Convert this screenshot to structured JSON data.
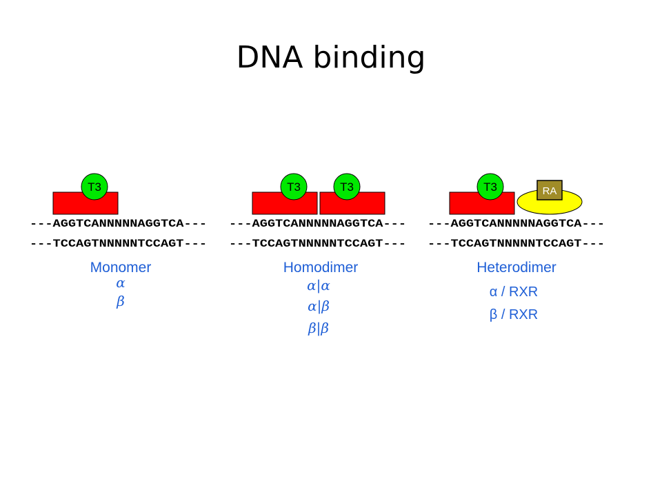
{
  "slide": {
    "title": "DNA binding"
  },
  "colors": {
    "receptor": "#ff0000",
    "hormone": "#00e800",
    "rxr": "#ffff00",
    "ra_box": "#a08c28",
    "caption": "#1f5fd6"
  },
  "panels": [
    {
      "name": "monomer",
      "top_strand": "---AGGTCANNNNNAGGTCA---",
      "bottom_strand": "---TCCAGTNNNNNTCCAGT---",
      "hormones": [
        "T3"
      ],
      "caption": "Monomer",
      "variants": [
        "α",
        "β"
      ]
    },
    {
      "name": "homodimer",
      "top_strand": "---AGGTCANNNNNAGGTCA---",
      "bottom_strand": "---TCCAGTNNNNNTCCAGT---",
      "hormones": [
        "T3",
        "T3"
      ],
      "caption": "Homodimer",
      "variants": [
        "α|α",
        "α|β",
        "β|β"
      ]
    },
    {
      "name": "heterodimer",
      "top_strand": "---AGGTCANNNNNAGGTCA---",
      "bottom_strand": "---TCCAGTNNNNNTCCAGT---",
      "hormones": [
        "T3"
      ],
      "partner_ligand": "RA",
      "caption": "Heterodimer",
      "variants": [
        "α / RXR",
        "β / RXR"
      ]
    }
  ]
}
